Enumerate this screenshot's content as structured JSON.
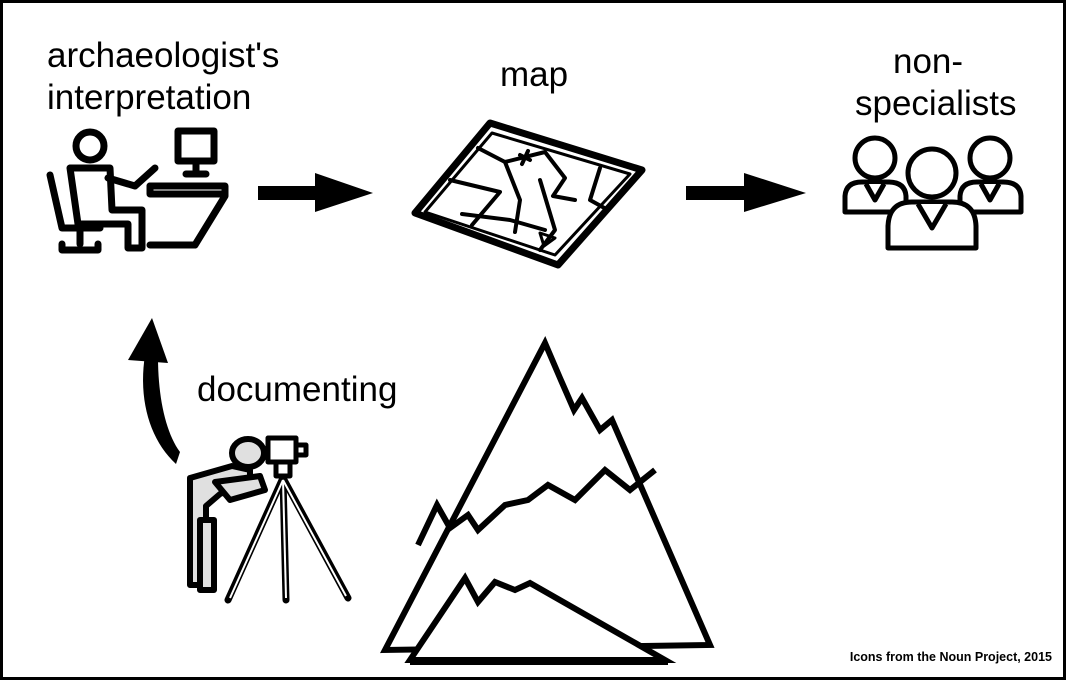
{
  "labels": {
    "archaeologist_line1": "archaeologist's",
    "archaeologist_line2": "interpretation",
    "map": "map",
    "nonspecialists_line1": "non-",
    "nonspecialists_line2": "specialists",
    "documenting": "documenting",
    "credit": "Icons from the Noun Project, 2015"
  },
  "icons": {
    "archaeologist": "person-at-computer-icon",
    "map": "folded-map-icon",
    "audience": "group-of-people-icon",
    "surveyor": "surveyor-with-tripod-icon",
    "mountain": "mountain-icon"
  },
  "colors": {
    "ink": "#000000",
    "surveyor_fill": "#e0e0e0",
    "background": "#ffffff"
  }
}
